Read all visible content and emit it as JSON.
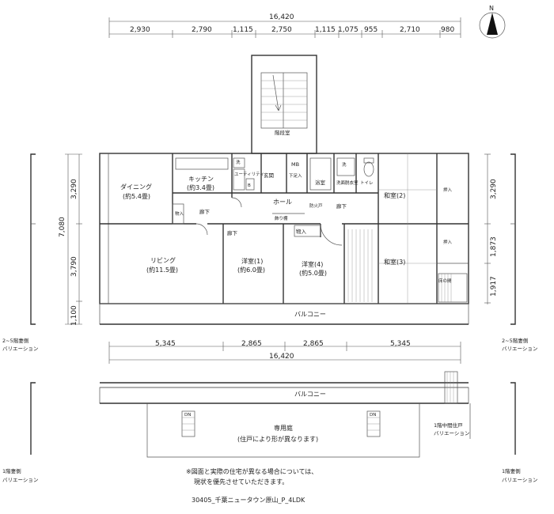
{
  "compass": {
    "north": "N"
  },
  "dims_top": {
    "total": "16,420",
    "segments": [
      "2,930",
      "2,790",
      "1,115",
      "2,750",
      "1,115",
      "1,075",
      "955",
      "2,710",
      "980"
    ]
  },
  "dims_bottom": {
    "segments": [
      "5,345",
      "2,865",
      "2,865",
      "5,345"
    ],
    "total": "16,420"
  },
  "dims_left": {
    "total": "7,080",
    "segments": [
      "3,290",
      "3,790",
      "1,100"
    ]
  },
  "dims_right": {
    "segments": [
      "3,290",
      "1,873",
      "1,917"
    ]
  },
  "rooms": {
    "stairs": "階段室",
    "dining": "ダイニング",
    "dining_size": "(約5.4畳)",
    "kitchen": "キッチン",
    "kitchen_size": "(約3.4畳)",
    "utility": "ユーティリティー",
    "wash_k": "洗",
    "b": "B",
    "mb": "MB",
    "entrance": "玄関",
    "shoebox": "下足入",
    "toilet_room": "浴室",
    "washroom": "洗面脱衣室",
    "toilet": "トイレ",
    "washer": "洗",
    "wa2": "和室(2)",
    "oshiire": "押入",
    "hall": "ホール",
    "corridor": "廊下",
    "storage": "物入",
    "kazaridana": "飾り棚",
    "firewall": "防火戸",
    "living": "リビング",
    "living_size": "(約11.5畳)",
    "yo1": "洋室(1)",
    "yo1_size": "(約6.0畳)",
    "yo4": "洋室(4)",
    "yo4_size": "(約5.0畳)",
    "wa3": "和室(3)",
    "tokonoma": "床の間",
    "balcony": "バルコニー"
  },
  "variations": {
    "left_top": [
      "2~5階妻側",
      "バリエーション"
    ],
    "right_top": [
      "2~5階妻側",
      "バリエーション"
    ],
    "right_mid": [
      "1階中間住戸",
      "バリエーション"
    ],
    "left_bottom": [
      "1階妻側",
      "バリエーション"
    ],
    "right_bottom": [
      "1階妻側",
      "バリエーション"
    ]
  },
  "lower": {
    "balcony": "バルコニー",
    "garden": "専用庭",
    "garden_note": "(住戸により形が異なります)",
    "dn_left": "DN",
    "dn_right": "DN"
  },
  "notes": [
    "※図面と実際の住宅が異なる場合については、",
    "現状を優先させていただきます。"
  ],
  "caption": "30405_千葉ニュータウン原山_P_4LDK"
}
